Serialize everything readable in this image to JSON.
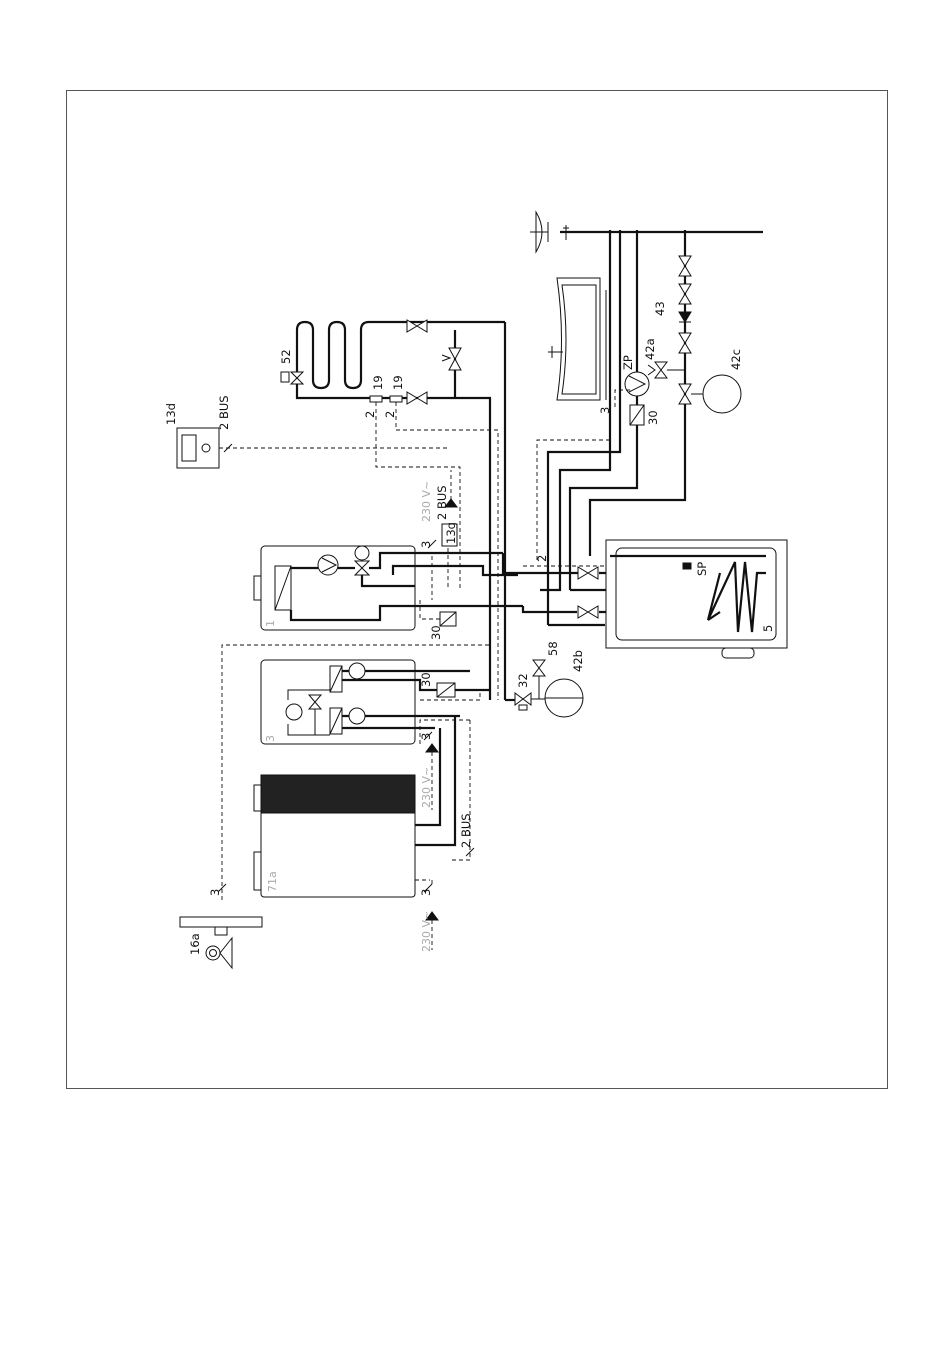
{
  "labels": {
    "room_control": "13d",
    "bus_room": "2 BUS",
    "vent": "52",
    "zone_valve_a": "19",
    "zone_valve_b": "19",
    "wire_2a": "2",
    "wire_2b": "2",
    "supply_230_top": "230 V~",
    "bus_unit": "2 BUS",
    "sensor_13g": "13g",
    "wire_3_top": "3",
    "unit_1": "1",
    "unit_3": "3",
    "unit_71a": "71a",
    "sensor_30_a": "30",
    "sensor_30_b": "30",
    "sensor_30_c": "30",
    "wire_3_mid": "3",
    "supply_230_mid": "230 V~",
    "bus_lower": "2 BUS",
    "wire_3_outdoor": "3",
    "outdoor_sensor": "16a",
    "supply_230_bottom": "230 V~",
    "wire_3_bottom": "3",
    "valve_32": "32",
    "valve_58": "58",
    "vessel_42b": "42b",
    "wire_2_tank": "2",
    "wire_3_pump": "3",
    "circ_pump": "ZP",
    "vessel_42a": "42a",
    "safety_group": "43",
    "vessel_42c": "42c",
    "tank_sensor": "SP",
    "tank": "5"
  }
}
